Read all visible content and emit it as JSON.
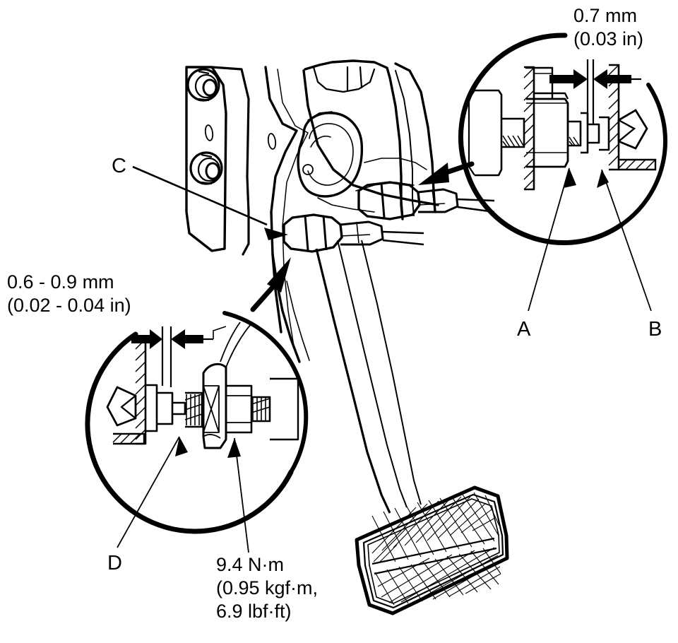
{
  "figure": {
    "title": "Brake pedal switch adjustment detail",
    "type": "technical-line-diagram",
    "background_color": "#ffffff",
    "line_color": "#000000"
  },
  "specs": {
    "clearance_upper": "0.7 mm\n(0.03 in)",
    "clearance_lower": "0.6 - 0.9 mm\n(0.02 - 0.04 in)",
    "torque": "9.4 N·m\n(0.95 kgf·m,\n6.9 lbf·ft)"
  },
  "callouts": [
    {
      "id": "a",
      "label": "A"
    },
    {
      "id": "b",
      "label": "B"
    },
    {
      "id": "c",
      "label": "C"
    },
    {
      "id": "d",
      "label": "D"
    }
  ],
  "detail_views": [
    {
      "id": "detail-upper-right",
      "name": "upper-right-detail-circle"
    },
    {
      "id": "detail-lower-left",
      "name": "lower-left-detail-circle"
    }
  ]
}
